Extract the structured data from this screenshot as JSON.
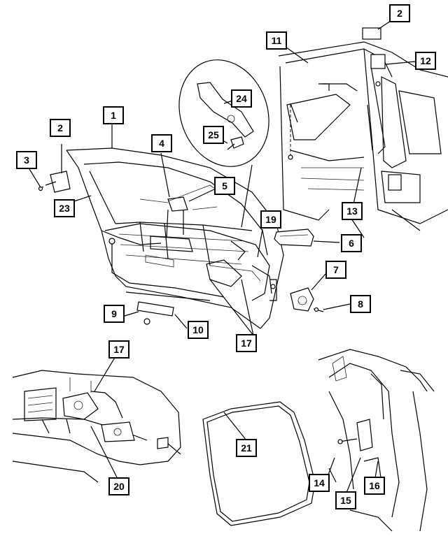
{
  "callouts": [
    {
      "id": "c1",
      "label": "1"
    },
    {
      "id": "c2a",
      "label": "2"
    },
    {
      "id": "c2b",
      "label": "2"
    },
    {
      "id": "c3",
      "label": "3"
    },
    {
      "id": "c4",
      "label": "4"
    },
    {
      "id": "c5",
      "label": "5"
    },
    {
      "id": "c6",
      "label": "6"
    },
    {
      "id": "c7",
      "label": "7"
    },
    {
      "id": "c8",
      "label": "8"
    },
    {
      "id": "c9",
      "label": "9"
    },
    {
      "id": "c10",
      "label": "10"
    },
    {
      "id": "c11",
      "label": "11"
    },
    {
      "id": "c12",
      "label": "12"
    },
    {
      "id": "c13",
      "label": "13"
    },
    {
      "id": "c14",
      "label": "14"
    },
    {
      "id": "c15",
      "label": "15"
    },
    {
      "id": "c16",
      "label": "16"
    },
    {
      "id": "c17a",
      "label": "17"
    },
    {
      "id": "c17b",
      "label": "17"
    },
    {
      "id": "c19",
      "label": "19"
    },
    {
      "id": "c20",
      "label": "20"
    },
    {
      "id": "c21",
      "label": "21"
    },
    {
      "id": "c23",
      "label": "23"
    },
    {
      "id": "c24",
      "label": "24"
    },
    {
      "id": "c25",
      "label": "25"
    }
  ]
}
